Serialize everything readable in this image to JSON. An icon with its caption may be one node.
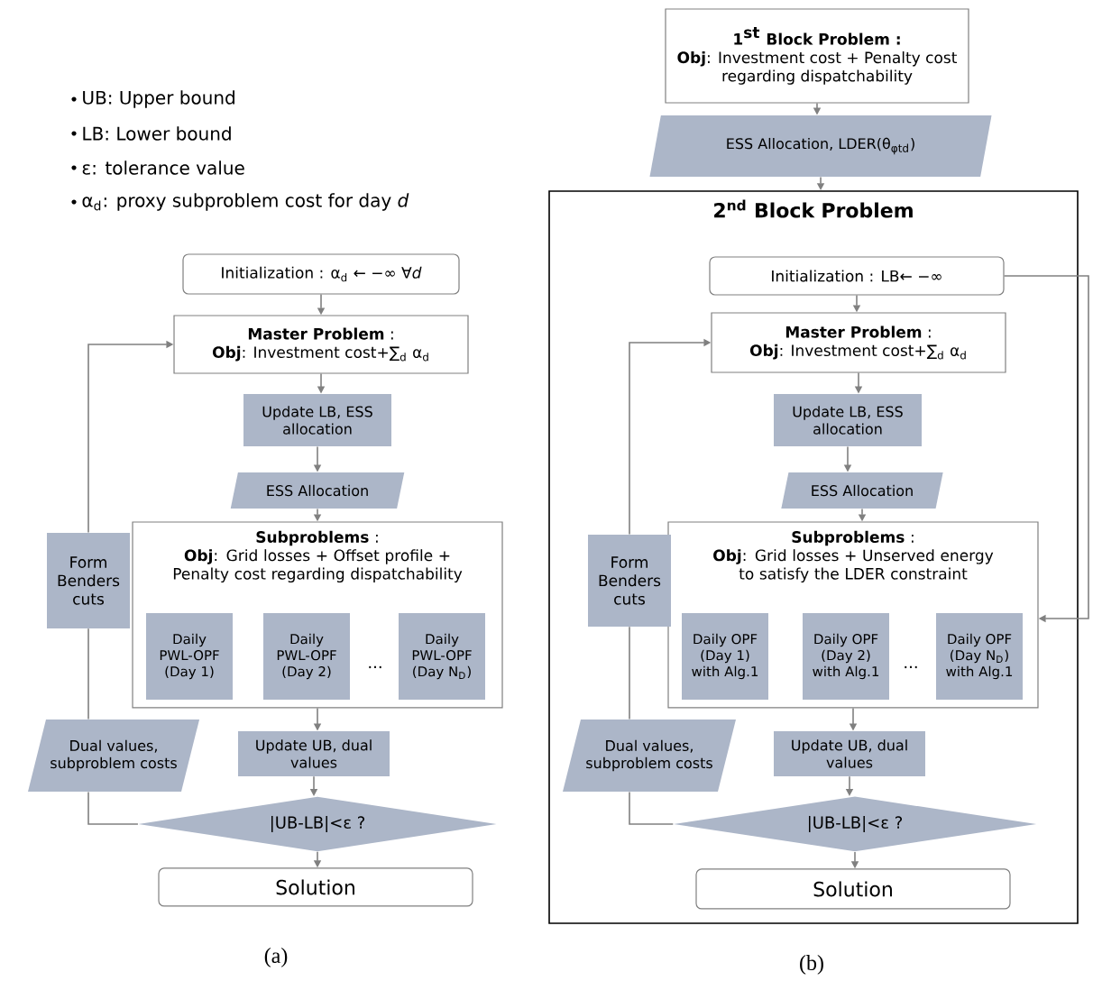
{
  "diagram": {
    "nodes": [
      {
        "text": [
          "Initialization : α$_{d}$ ← −∞ ∀*d*"
        ]
      },
      {
        "text": [
          "**Master Problem** :",
          "**Obj**: Investment cost+∑$_{d}$ α$_{d}$"
        ]
      },
      {
        "text": [
          "Update LB, ESS allocation"
        ]
      },
      {
        "text": [
          "ESS Allocation"
        ]
      },
      {
        "text": [
          "**Subproblems** :",
          "**Obj**: Grid losses + Offset profile + Penalty cost regarding dispatchability"
        ]
      },
      {
        "text": [
          "Daily PWL-OPF (Day 1)"
        ],
        "in": 4
      },
      {
        "text": [
          "Daily PWL-OPF (Day 2)"
        ],
        "in": 4
      },
      {
        "text": [
          "Daily PWL-OPF (Day N$_{D}$)"
        ],
        "in": 4
      },
      {
        "text": [
          "Update UB, dual values"
        ]
      },
      {
        "text": [
          "|UB-LB|<ε ?"
        ]
      },
      {
        "text": [
          "Solution"
        ]
      },
      {
        "text": [
          "Form Benders cuts"
        ]
      },
      {
        "text": [
          "Dual values, subproblem costs"
        ]
      },
      {
        "text": [
          "\\textbf{1}^{\\textbf{st}}\\textbf{ Block Problem :}",
          "**Obj**: Investment cost + Penalty cost regarding dispatchability"
        ]
      },
      {
        "text": [
          "ESS Allocation, LDER(θ$_{φtd}$)"
        ]
      },
      {
        "text": [
          "2$^{nd}$ Block Problem"
        ]
      },
      {
        "text": [
          "Initialization : LB← −∞"
        ],
        "in": 15
      },
      {
        "text": [
          "**Master Problem** :",
          "**Obj**: Investment cost+∑$_{d}$ α$_{d}$"
        ],
        "in": 15
      },
      {
        "text": [
          "Update LB, ESS allocation"
        ],
        "in": 15
      },
      {
        "text": [
          "ESS Allocation"
        ],
        "in": 15
      },
      {
        "text": [
          "**Subproblems** :",
          "**Obj**: Grid losses + Unserved energy to satisfy the LDER constraint"
        ],
        "in": 15
      },
      {
        "text": [
          "Daily OPF (Day 1) with Alg.1"
        ],
        "in": 20
      },
      {
        "text": [
          "Daily OPF (Day 2) with Alg.1"
        ],
        "in": 20
      },
      {
        "text": [
          "Daily OPF (Day N$_{D}$) with Alg.1"
        ],
        "in": 20
      },
      {
        "text": [
          "Update UB, dual values"
        ],
        "in": 15
      },
      {
        "text": [
          "|UB-LB|<ε ?"
        ],
        "in": 15
      },
      {
        "text": [
          "Solution"
        ],
        "in": 15
      },
      {
        "text": [
          "Form Benders cuts"
        ],
        "in": 15
      },
      {
        "text": [
          "Dual values, subproblem costs"
        ],
        "in": 15
      }
    ],
    "edges": [
      {
        "from": 0,
        "to": 1,
        "arrow": "to"
      },
      {
        "from": 1,
        "to": 2,
        "arrow": "to"
      },
      {
        "from": 2,
        "to": 3,
        "arrow": "to"
      },
      {
        "from": 3,
        "to": 4,
        "arrow": "to"
      },
      {
        "from": 4,
        "to": 8,
        "arrow": "to"
      },
      {
        "from": 8,
        "to": 9,
        "arrow": "to"
      },
      {
        "from": 9,
        "to": 10,
        "arrow": "to"
      },
      {
        "from": 9,
        "to": 12,
        "arrow": "none"
      },
      {
        "from": 12,
        "to": 11,
        "arrow": "none"
      },
      {
        "from": 11,
        "to": 1,
        "arrow": "to"
      },
      {
        "from": 13,
        "to": 14,
        "arrow": "to"
      },
      {
        "from": 14,
        "to": 15,
        "arrow": "to"
      },
      {
        "from": 16,
        "to": 17,
        "arrow": "to"
      },
      {
        "from": 17,
        "to": 18,
        "arrow": "to"
      },
      {
        "from": 18,
        "to": 19,
        "arrow": "to"
      },
      {
        "from": 19,
        "to": 20,
        "arrow": "to"
      },
      {
        "from": 20,
        "to": 24,
        "arrow": "to"
      },
      {
        "from": 24,
        "to": 25,
        "arrow": "to"
      },
      {
        "from": 25,
        "to": 26,
        "arrow": "to"
      },
      {
        "from": 25,
        "to": 28,
        "arrow": "none"
      },
      {
        "from": 28,
        "to": 27,
        "arrow": "none"
      },
      {
        "from": 27,
        "to": 17,
        "arrow": "to"
      },
      {
        "from": 16,
        "to": 20,
        "arrow": "to"
      }
    ],
    "labels": [
      "UB: Upper bound",
      "LB: Lower bound",
      "ε: tolerance value",
      "α$_{d}$: proxy subproblem cost for day *d*",
      "...",
      "(a)",
      "...",
      "(b)"
    ]
  }
}
